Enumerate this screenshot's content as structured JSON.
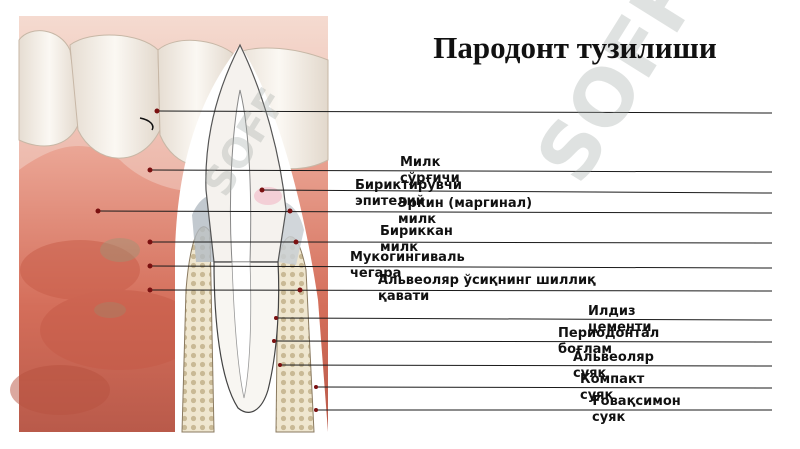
{
  "title": "Пародонт тузилиши",
  "watermark": "SOFF",
  "colors": {
    "gum": "#d9826f",
    "gum_light": "#eba898",
    "enamel": "#f2ece4",
    "bone": "#e8dfc7",
    "line": "#1a1a1a",
    "point": "#7a1010"
  },
  "labels": [
    {
      "text_lines": [
        "Милк",
        "сўрғичи"
      ]
    },
    {
      "text_lines": [
        "Бириктирувчи",
        "эпителий"
      ]
    },
    {
      "text_lines": [
        "Эркин (маргинал)",
        "милк"
      ]
    },
    {
      "text_lines": [
        "Бириккан",
        "милк"
      ]
    },
    {
      "text_lines": [
        "Мукогингиваль",
        "чегара"
      ]
    },
    {
      "text_lines": [
        "Альвеоляр ўсиқнинг шиллиқ",
        "қавати"
      ]
    },
    {
      "text_lines": [
        "Илдиз",
        "цементи"
      ]
    },
    {
      "text_lines": [
        "Периодонтал",
        "боғлам"
      ]
    },
    {
      "text_lines": [
        "Альвеоляр",
        "суяк"
      ]
    },
    {
      "text_lines": [
        "Компакт",
        "суяк"
      ]
    },
    {
      "text_lines": [
        "Ғовақсимон",
        "суяк"
      ]
    }
  ]
}
